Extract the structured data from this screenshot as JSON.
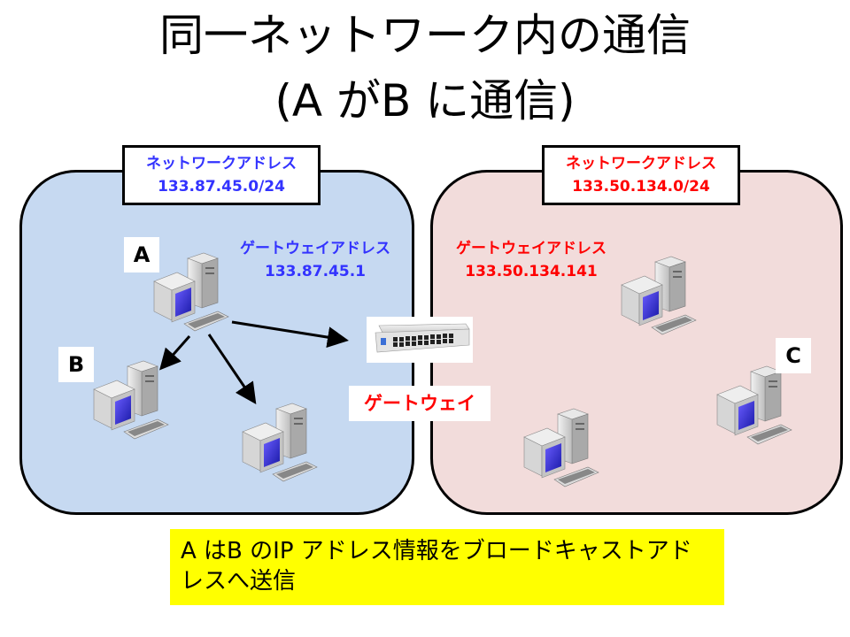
{
  "title": {
    "line1": "同一ネットワーク内の通信",
    "line2": "(A がB に通信)"
  },
  "networks": [
    {
      "side": "left",
      "address_label": "ネットワークアドレス",
      "address": "133.87.45.0/24",
      "gateway_label": "ゲートウェイアドレス",
      "gateway_address": "133.87.45.1",
      "color": "#3333ff",
      "fill": "#c6d9f1"
    },
    {
      "side": "right",
      "address_label": "ネットワークアドレス",
      "address": "133.50.134.0/24",
      "gateway_label": "ゲートウェイアドレス",
      "gateway_address": "133.50.134.141",
      "color": "#ff0000",
      "fill": "#f2dcdb"
    }
  ],
  "nodes": {
    "a": "A",
    "b": "B",
    "c": "C"
  },
  "gateway": {
    "name": "ゲートウェイ",
    "icon": "network-switch-icon"
  },
  "note": {
    "text": "A はB のIP アドレス情報をブロードキャストアドレスへ送信",
    "background": "#ffff00"
  },
  "icons": {
    "computer": "desktop-computer-icon",
    "arrow": "arrow-icon"
  }
}
